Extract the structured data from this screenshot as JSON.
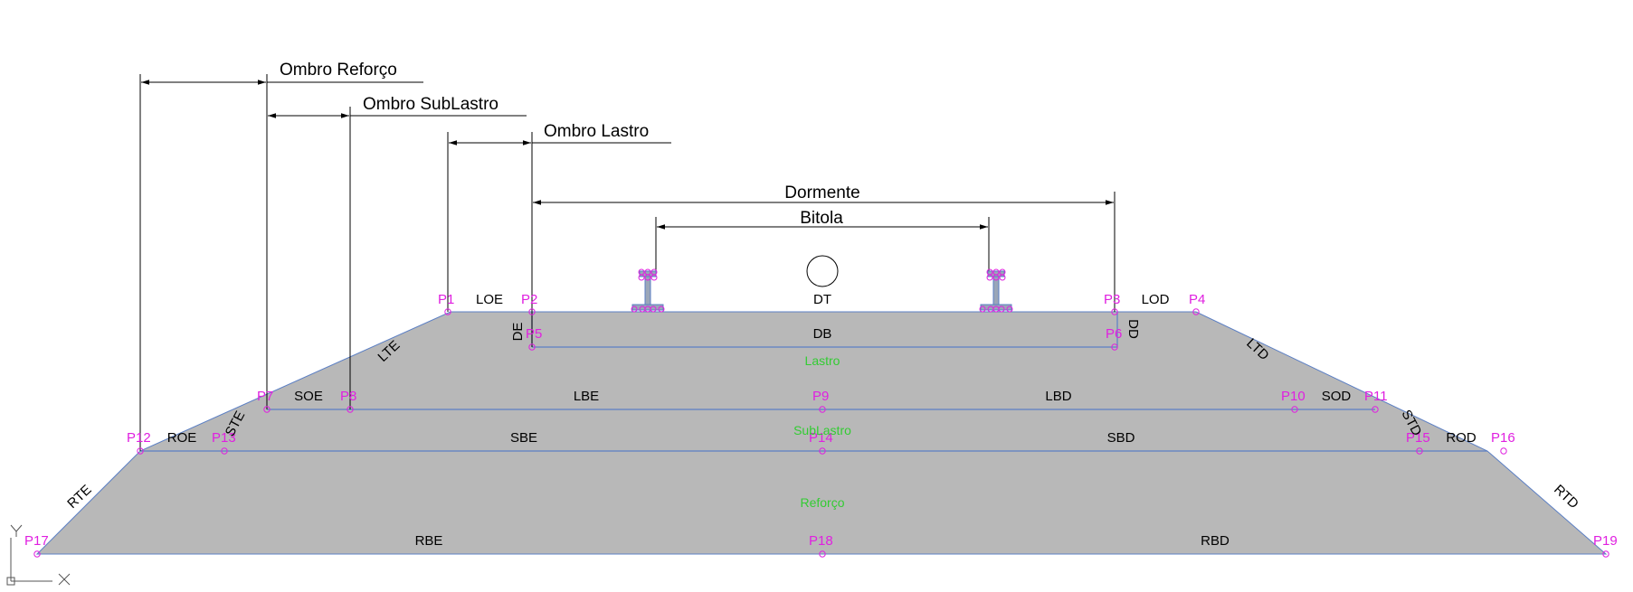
{
  "dimensions": {
    "ombro_reforco": "Ombro Reforço",
    "ombro_sublastro": "Ombro SubLastro",
    "ombro_lastro": "Ombro Lastro",
    "dormente": "Dormente",
    "bitola": "Bitola"
  },
  "layers": {
    "lastro": "Lastro",
    "sublastro": "SubLastro",
    "reforco": "Reforço"
  },
  "edges": {
    "LOE": "LOE",
    "DT": "DT",
    "LOD": "LOD",
    "DE": "DE",
    "DB": "DB",
    "DD": "DD",
    "LTE": "LTE",
    "LTD": "LTD",
    "SOE": "SOE",
    "LBE": "LBE",
    "LBD": "LBD",
    "SOD": "SOD",
    "STE": "STE",
    "STD": "STD",
    "ROE": "ROE",
    "SBE": "SBE",
    "SBD": "SBD",
    "ROD": "ROD",
    "RTE": "RTE",
    "RTD": "RTD",
    "RBE": "RBE",
    "RBD": "RBD"
  },
  "points": {
    "P1": "P1",
    "P2": "P2",
    "P3": "P3",
    "P4": "P4",
    "P5": "P5",
    "P6": "P6",
    "P7": "P7",
    "P8": "P8",
    "P9": "P9",
    "P10": "P10",
    "P11": "P11",
    "P12": "P12",
    "P13": "P13",
    "P14": "P14",
    "P15": "P15",
    "P16": "P16",
    "P17": "P17",
    "P18": "P18",
    "P19": "P19"
  },
  "axes": {
    "y": "Y",
    "x": "X"
  },
  "colors": {
    "fill": "#b8b8b8",
    "layer_line": "#5b7fc4",
    "point": "#e020e0",
    "layer_label": "#33cc33",
    "dimension": "#000000"
  }
}
